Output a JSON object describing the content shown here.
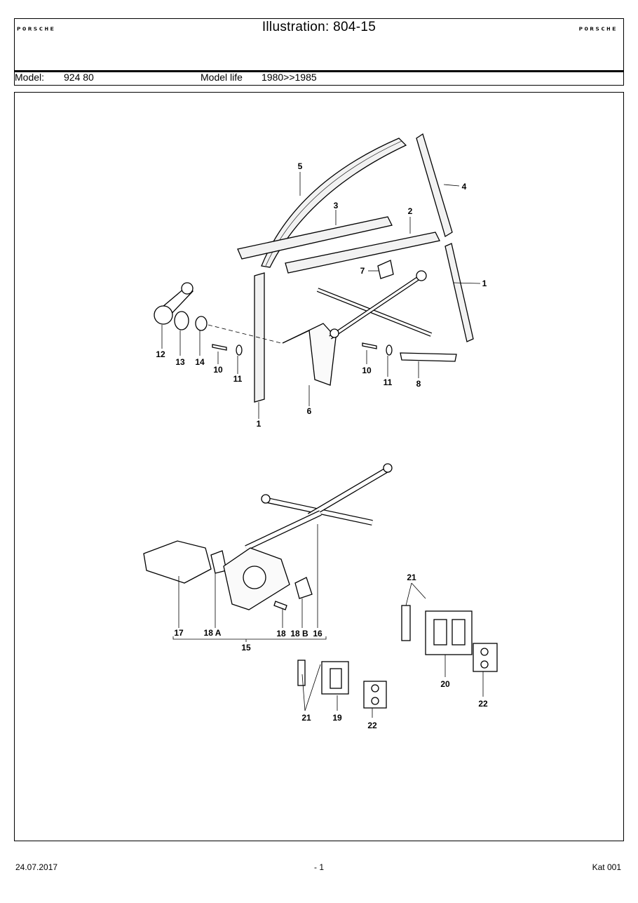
{
  "header": {
    "logo_text": "PORSCHE",
    "title": "Illustration: 804-15",
    "model_label": "Model:",
    "model_value": "924 80",
    "life_label": "Model life",
    "life_value": "1980>>1985"
  },
  "callouts": {
    "c1": "1",
    "c2": "2",
    "c3": "3",
    "c4": "4",
    "c5": "5",
    "c6": "6",
    "c7": "7",
    "c8": "8",
    "c10": "10",
    "c11": "11",
    "c12": "12",
    "c13": "13",
    "c14": "14",
    "c15": "15",
    "c16": "16",
    "c17": "17",
    "c18A": "18 A",
    "c18": "18",
    "c18B": "18 B",
    "c19": "19",
    "c20": "20",
    "c21": "21",
    "c22": "22"
  },
  "footer": {
    "date": "24.07.2017",
    "page": "- 1",
    "catalog": "Kat 001"
  }
}
